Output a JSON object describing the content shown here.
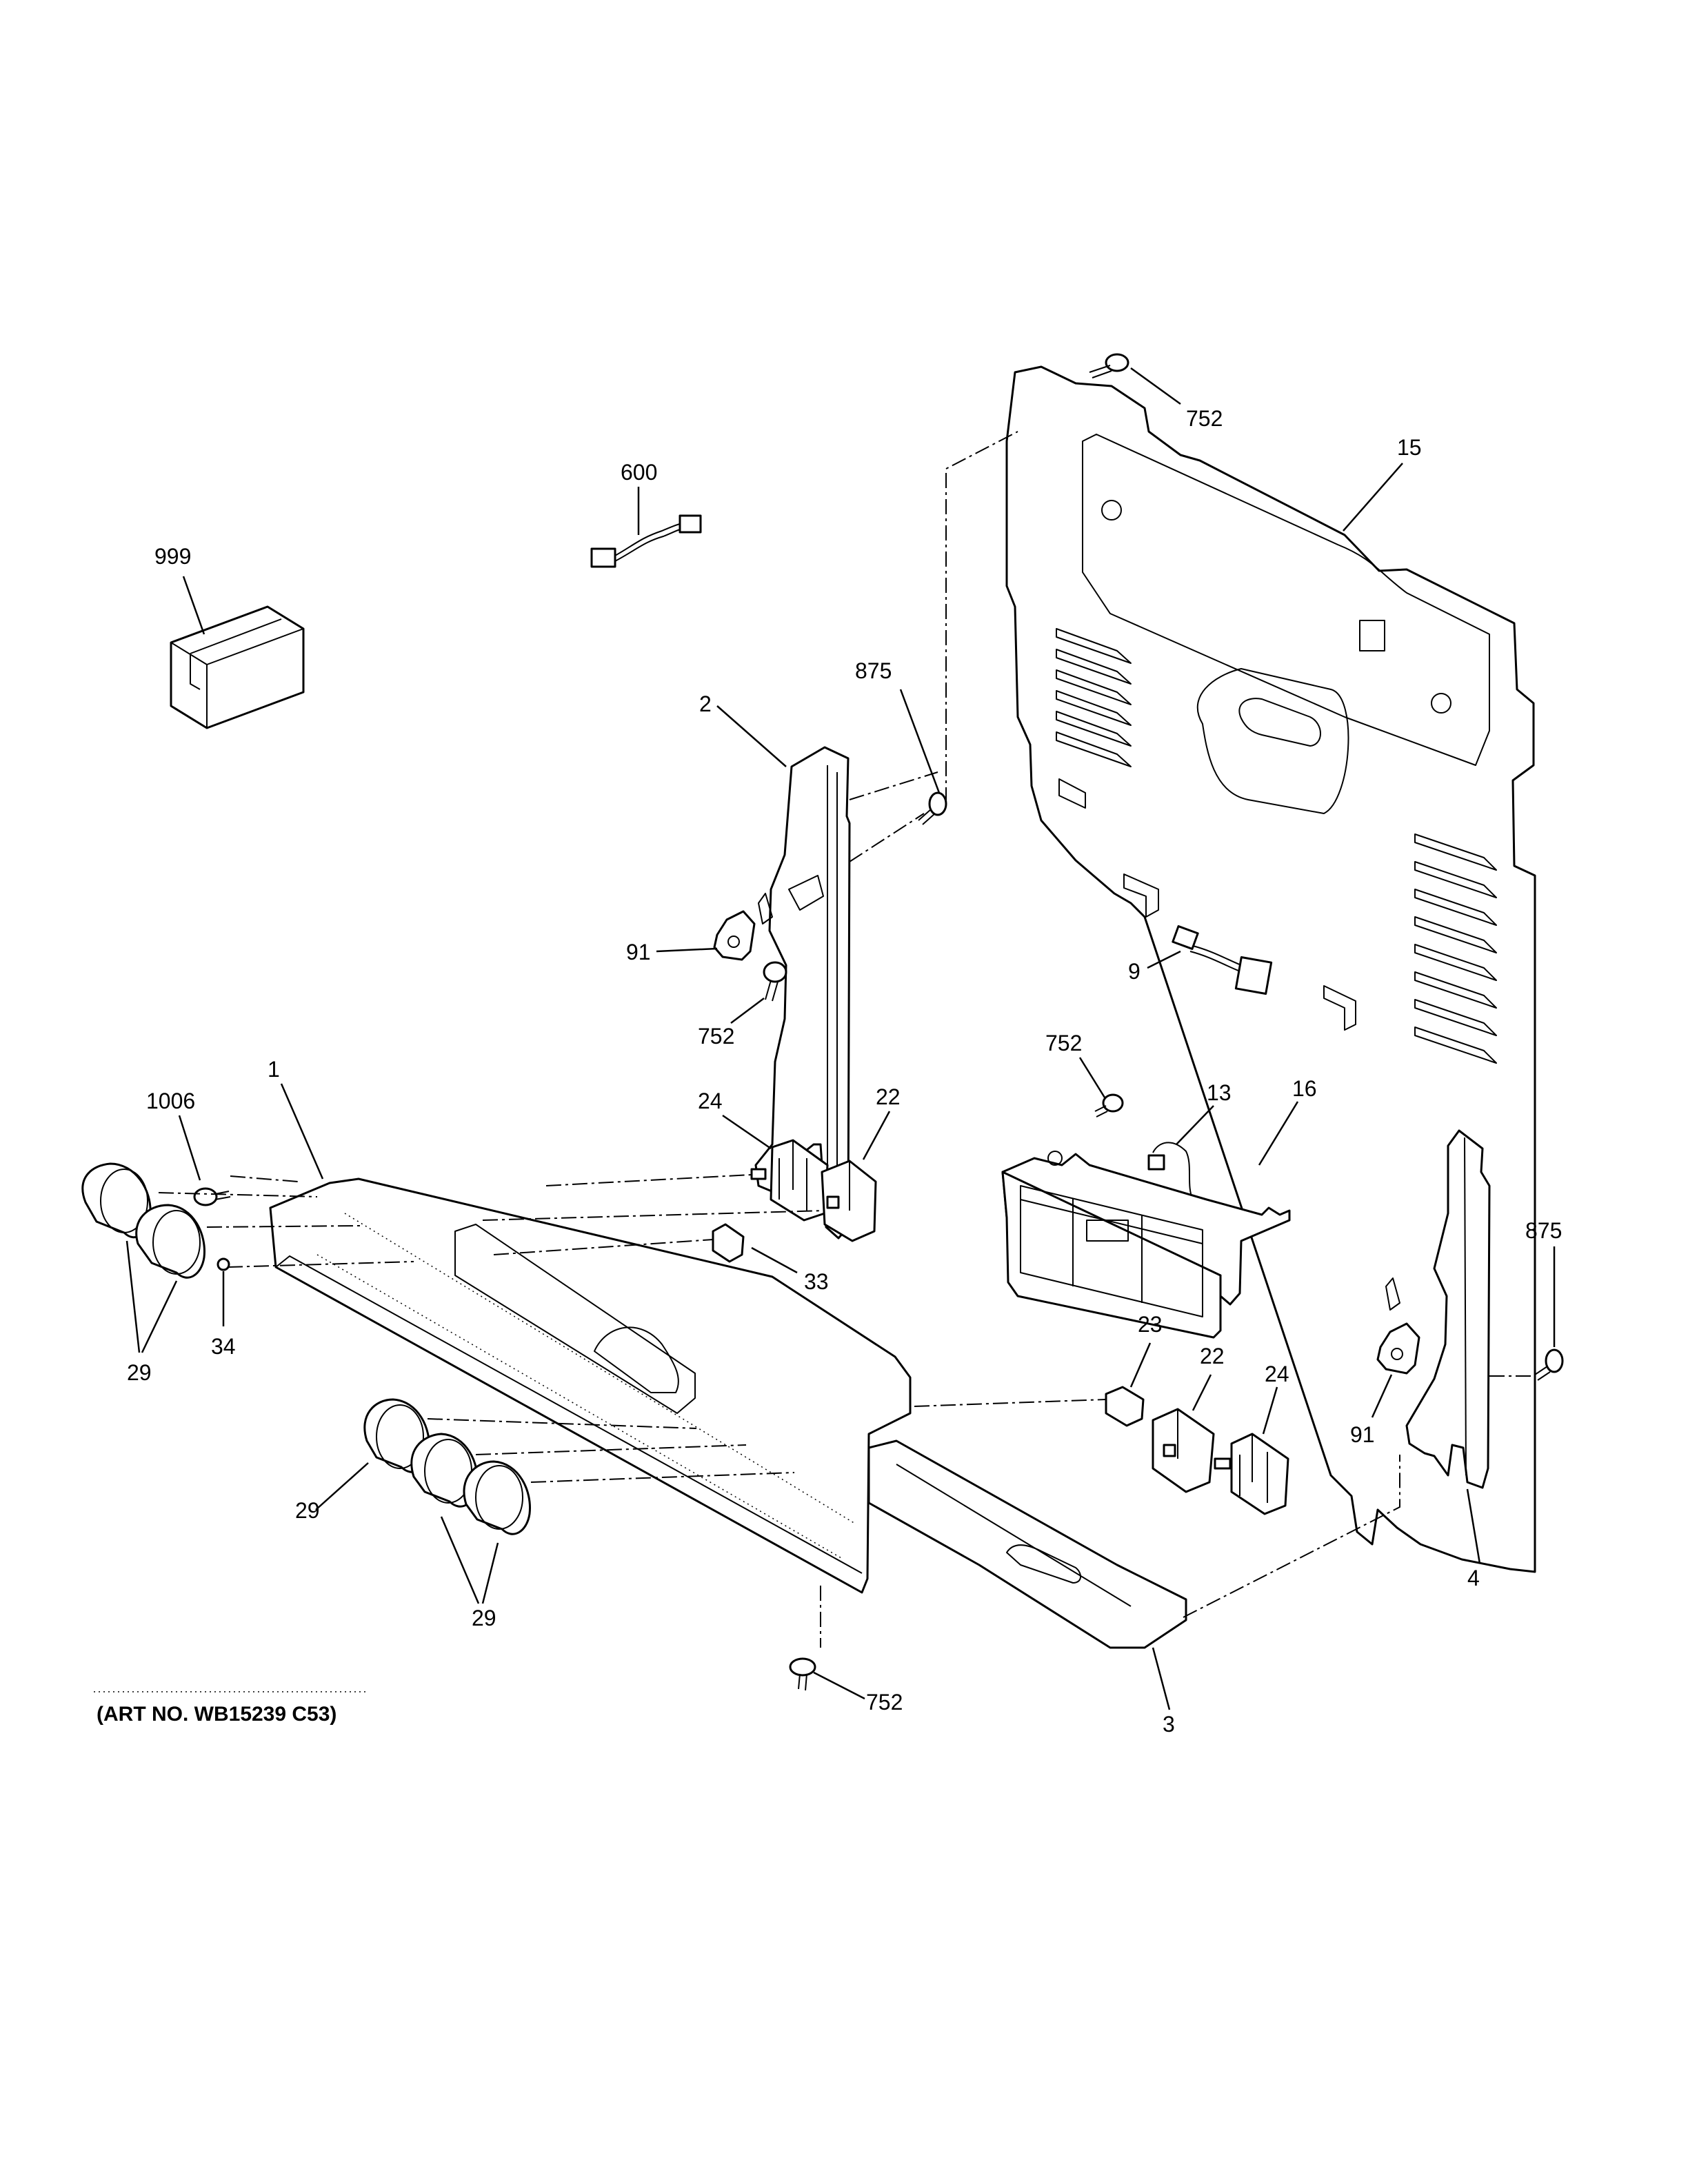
{
  "callouts": {
    "c999": "999",
    "c600": "600",
    "c752a": "752",
    "c15": "15",
    "c875a": "875",
    "c2": "2",
    "c91a": "91",
    "c752b": "752",
    "c752c": "752",
    "c9": "9",
    "c13": "13",
    "c16": "16",
    "c1": "1",
    "c1006": "1006",
    "c24a": "24",
    "c22a": "22",
    "c33": "33",
    "c34": "34",
    "c29a": "29",
    "c29b": "29",
    "c29c": "29",
    "c23": "23",
    "c22b": "22",
    "c24b": "24",
    "c875b": "875",
    "c91b": "91",
    "c4": "4",
    "c3": "3",
    "c752d": "752"
  },
  "art_number": "(ART NO. WB15239 C53)"
}
